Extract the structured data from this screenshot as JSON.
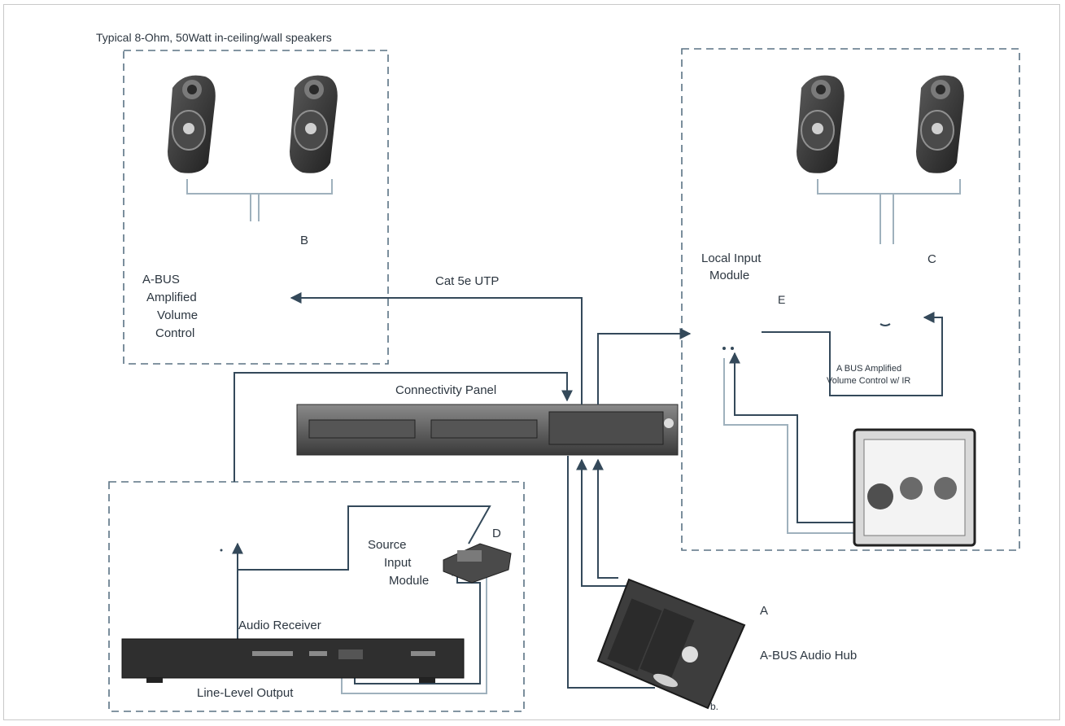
{
  "labels": {
    "speakers_caption": "Typical 8-Ohm, 50Watt in-ceiling/wall speakers",
    "B": "B",
    "C": "C",
    "D": "D",
    "E": "E",
    "A": "A",
    "b": "b.",
    "abus_vc_line1": "A-BUS",
    "abus_vc_line2": "Amplified",
    "abus_vc_line3": "Volume",
    "abus_vc_line4": "Control",
    "cat5e": "Cat 5e UTP",
    "connectivity_panel": "Connectivity Panel",
    "local_input_line1": "Local Input",
    "local_input_line2": "Module",
    "abus_vc_ir_line1": "A BUS Amplified",
    "abus_vc_ir_line2": "Volume Control w/ IR",
    "source_input_line1": "Source",
    "source_input_line2": "Input",
    "source_input_line3": "Module",
    "audio_receiver": "Audio Receiver",
    "line_level_output": "Line-Level Output",
    "audio_hub": "A-BUS Audio Hub"
  }
}
